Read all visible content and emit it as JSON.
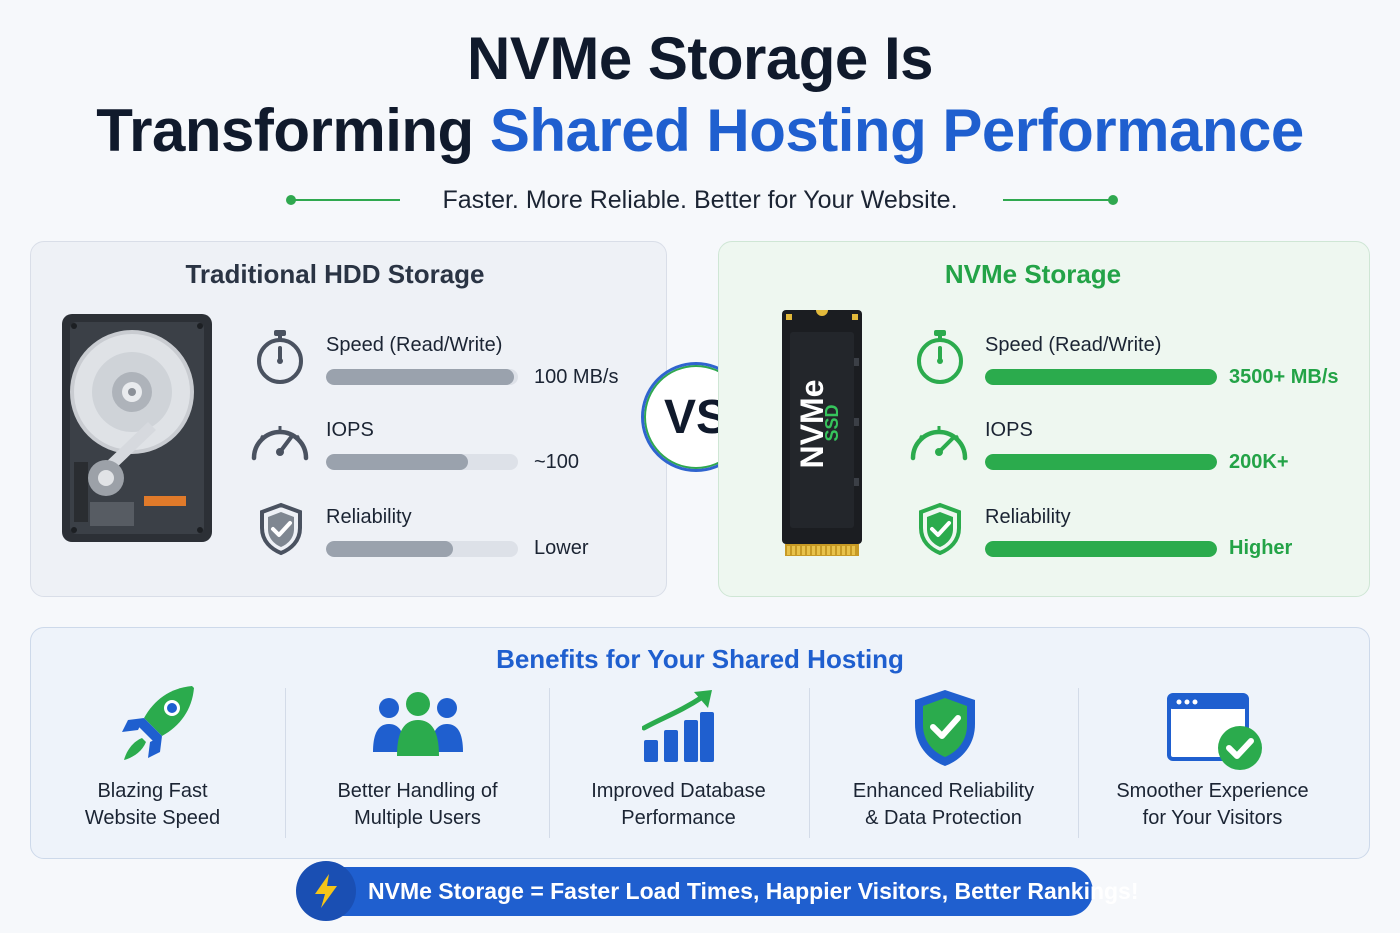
{
  "header": {
    "title_line1": "NVMe Storage Is",
    "title_line2_plain": "Transforming",
    "title_line2_accent": "Shared Hosting Performance",
    "subtitle": "Faster. More Reliable. Better for Your Website."
  },
  "comparison": {
    "vs_label": "VS",
    "hdd": {
      "title": "Traditional HDD Storage",
      "metrics": [
        {
          "label": "Speed (Read/Write)",
          "value": "100 MB/s",
          "fill": 0.98,
          "icon": "stopwatch-icon"
        },
        {
          "label": "IOPS",
          "value": "~100",
          "fill": 0.74,
          "icon": "gauge-icon"
        },
        {
          "label": "Reliability",
          "value": "Lower",
          "fill": 0.66,
          "icon": "shield-check-icon"
        }
      ]
    },
    "nvme": {
      "title": "NVMe Storage",
      "chip_text": "NVMe",
      "chip_subtext": "SSD",
      "metrics": [
        {
          "label": "Speed (Read/Write)",
          "value": "3500+ MB/s",
          "fill": 1.0,
          "icon": "stopwatch-icon"
        },
        {
          "label": "IOPS",
          "value": "200K+",
          "fill": 1.0,
          "icon": "gauge-icon"
        },
        {
          "label": "Reliability",
          "value": "Higher",
          "fill": 1.0,
          "icon": "shield-check-icon"
        }
      ]
    }
  },
  "benefits": {
    "title": "Benefits for Your Shared Hosting",
    "items": [
      {
        "line1": "Blazing Fast",
        "line2": "Website Speed",
        "icon": "rocket-icon"
      },
      {
        "line1": "Better Handling of",
        "line2": "Multiple Users",
        "icon": "users-icon"
      },
      {
        "line1": "Improved Database",
        "line2": "Performance",
        "icon": "growth-chart-icon"
      },
      {
        "line1": "Enhanced Reliability",
        "line2": "& Data Protection",
        "icon": "shield-check-icon"
      },
      {
        "line1": "Smoother Experience",
        "line2": "for Your Visitors",
        "icon": "browser-check-icon"
      }
    ]
  },
  "footer": {
    "tagline": "NVMe Storage = Faster Load Times, Happier Visitors, Better Rankings!",
    "icon": "lightning-icon"
  },
  "colors": {
    "accent_blue": "#1f5fcf",
    "accent_green": "#2bab4d",
    "hdd_bar": "#9aa2ad"
  }
}
